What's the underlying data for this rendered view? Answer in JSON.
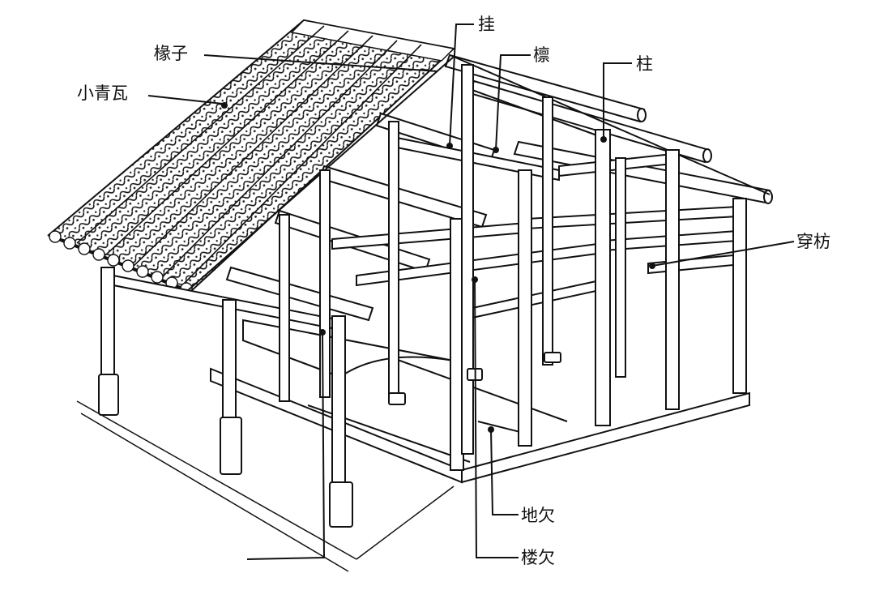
{
  "labels": {
    "rafter": "椽子",
    "tile": "小青瓦",
    "hang": "挂",
    "purlin": "檩",
    "column": "柱",
    "tie_beam": "穿枋",
    "ground_joist": "地欠",
    "floor_joist": "楼欠"
  }
}
